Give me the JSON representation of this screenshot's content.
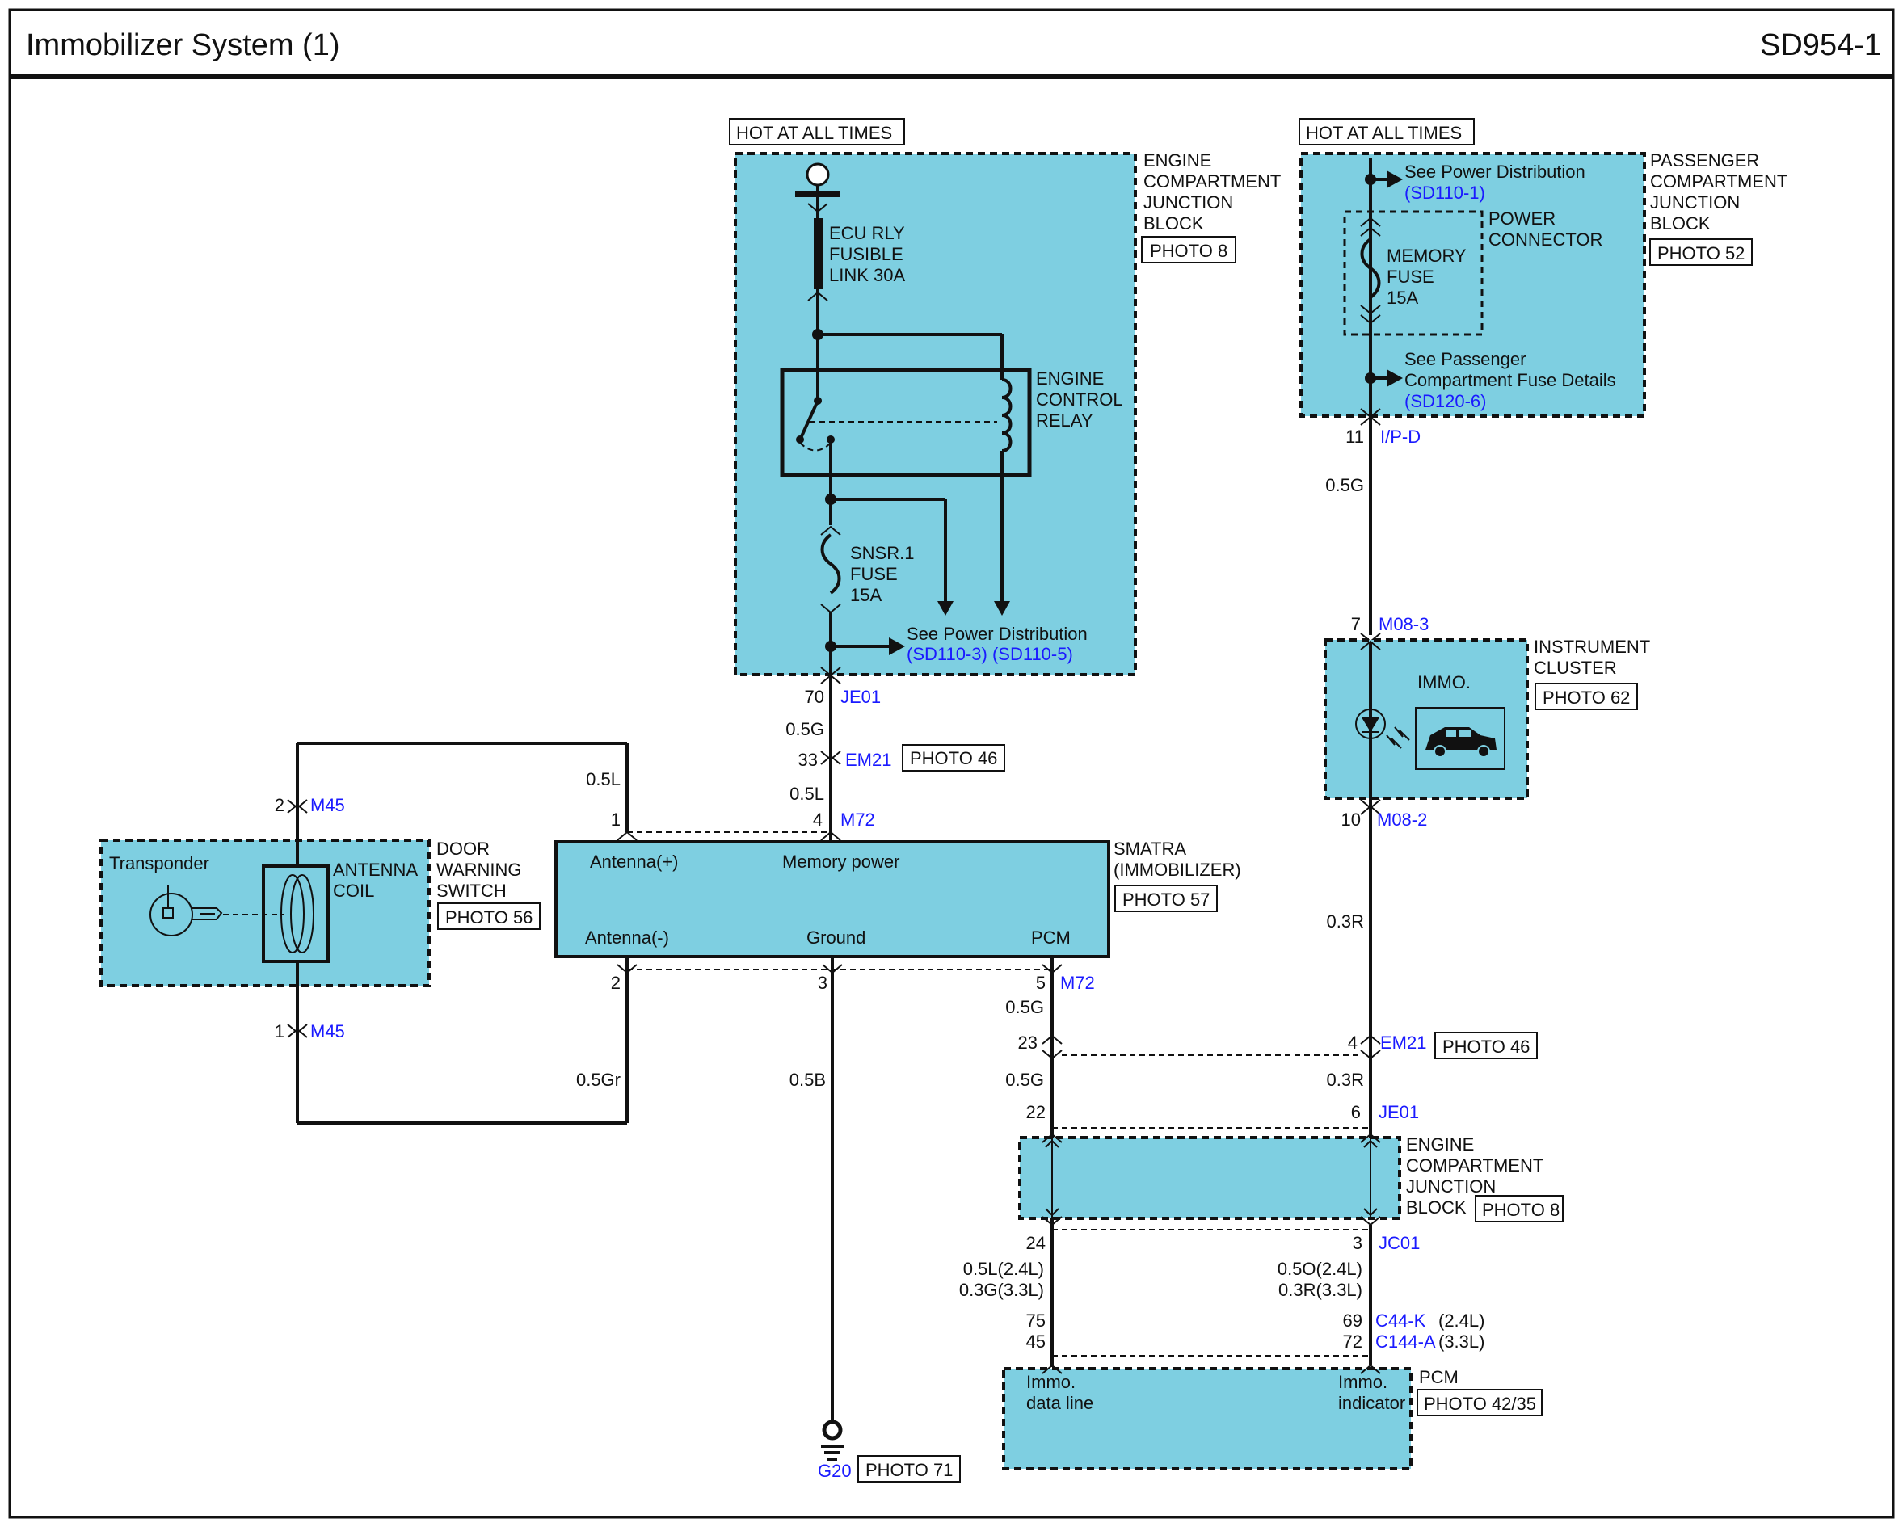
{
  "header": {
    "title": "Immobilizer System (1)",
    "code": "SD954-1"
  },
  "tags": {
    "hot_left": "HOT AT ALL TIMES",
    "hot_right": "HOT AT ALL TIMES"
  },
  "engine_junction_top": {
    "name": [
      "ENGINE",
      "COMPARTMENT",
      "JUNCTION",
      "BLOCK"
    ],
    "photo": "PHOTO 8",
    "fusible_link": [
      "ECU RLY",
      "FUSIBLE",
      "LINK 30A"
    ],
    "relay": [
      "ENGINE",
      "CONTROL",
      "RELAY"
    ],
    "fuse": [
      "SNSR.1",
      "FUSE",
      "15A"
    ],
    "see": "See Power Distribution",
    "see_ref": "(SD110-3) (SD110-5)"
  },
  "passenger_junction": {
    "name": [
      "PASSENGER",
      "COMPARTMENT",
      "JUNCTION",
      "BLOCK"
    ],
    "photo": "PHOTO 52",
    "see1": "See Power Distribution",
    "see1_ref": "(SD110-1)",
    "power_connector": [
      "POWER",
      "CONNECTOR"
    ],
    "fuse": [
      "MEMORY",
      "FUSE",
      "15A"
    ],
    "see2": [
      "See Passenger",
      "Compartment Fuse Details"
    ],
    "see2_ref": "(SD120-6)"
  },
  "instrument_cluster": {
    "name": [
      "INSTRUMENT",
      "CLUSTER"
    ],
    "photo": "PHOTO 62",
    "immo_label": "IMMO."
  },
  "smatra": {
    "name": [
      "SMATRA",
      "(IMMOBILIZER)"
    ],
    "photo": "PHOTO 57",
    "pin_antenna_pos": "Antenna(+)",
    "pin_memory": "Memory power",
    "pin_antenna_neg": "Antenna(-)",
    "pin_ground": "Ground",
    "pin_pcm": "PCM"
  },
  "door_switch": {
    "name": [
      "DOOR",
      "WARNING",
      "SWITCH"
    ],
    "photo": "PHOTO 56",
    "transponder": "Transponder",
    "coil": [
      "ANTENNA",
      "COIL"
    ]
  },
  "engine_junction_bottom": {
    "name": [
      "ENGINE",
      "COMPARTMENT",
      "JUNCTION",
      "BLOCK"
    ],
    "photo": "PHOTO 8"
  },
  "pcm": {
    "name": "PCM",
    "photo": "PHOTO 42/35",
    "left_label": [
      "Immo.",
      "data line"
    ],
    "right_label": [
      "Immo.",
      "indicator"
    ]
  },
  "ground": {
    "name": "G20",
    "photo": "PHOTO 71"
  },
  "connectors": {
    "je01": "JE01",
    "em21": "EM21",
    "m72": "M72",
    "m45": "M45",
    "ipd": "I/P-D",
    "m083": "M08-3",
    "m082": "M08-2",
    "jc01": "JC01",
    "c44k": "C44-K",
    "c44k_suffix": "(2.4L)",
    "c144a": "C144-A",
    "c144a_suffix": "(3.3L)",
    "photo46": "PHOTO 46"
  },
  "pins": {
    "p70": "70",
    "p33": "33",
    "p4": "4",
    "p1": "1",
    "p2": "2",
    "p3": "3",
    "p5": "5",
    "p2m45": "2",
    "p1m45": "1",
    "p11": "11",
    "p7": "7",
    "p10": "10",
    "p4em21": "4",
    "p6": "6",
    "p3jc": "3",
    "p23": "23",
    "p22": "22",
    "p24": "24",
    "p75": "75",
    "p45": "45",
    "p69": "69",
    "p72": "72"
  },
  "wires": {
    "je01_em21": "0.5G",
    "em21_m72": "0.5L",
    "antenna_pos": "0.5L",
    "antenna_neg": "0.5Gr",
    "ground": "0.5B",
    "pcm_out": "0.5G",
    "em21_je01_left": "0.5G",
    "ipd_m083": "0.5G",
    "m082_em21": "0.3R",
    "em21_je01_right": "0.3R",
    "jc01_pcm_left": [
      "0.5L(2.4L)",
      "0.3G(3.3L)"
    ],
    "jc01_pcm_right": [
      "0.5O(2.4L)",
      "0.3R(3.3L)"
    ]
  }
}
